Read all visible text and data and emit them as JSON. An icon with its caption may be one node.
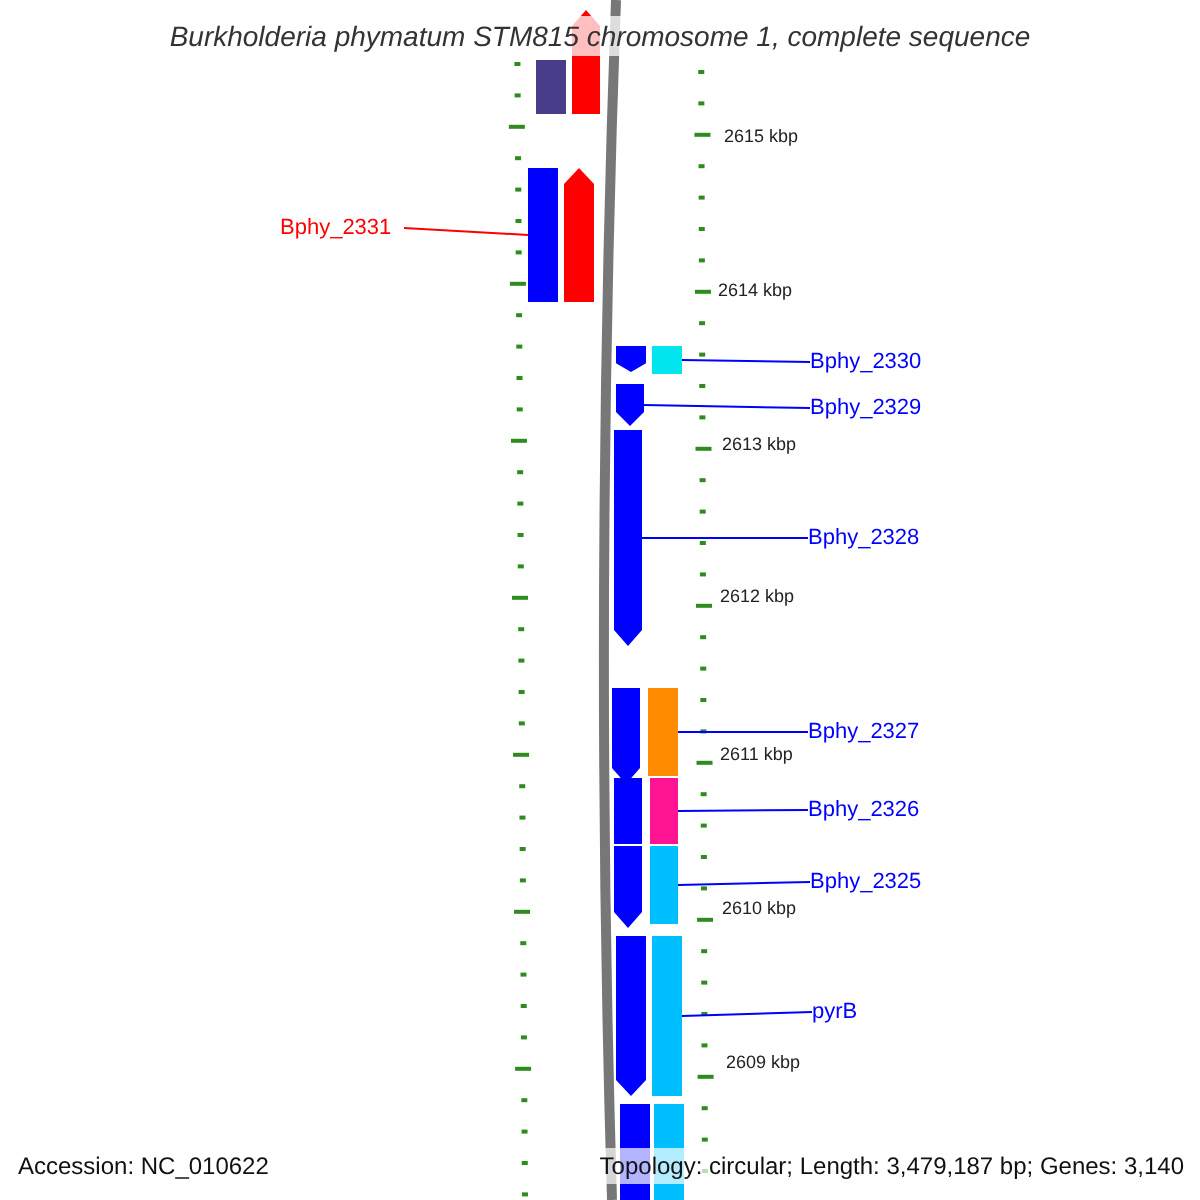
{
  "diagram": {
    "title": "Burkholderia phymatum STM815 chromosome 1, complete sequence",
    "nodes": [
      {
        "text": [
          "Bphy_2331"
        ]
      },
      {
        "text": [],
        "shape": "bar"
      },
      {
        "text": [
          "Bphy_2330"
        ]
      },
      {
        "text": [],
        "shape": "bar"
      },
      {
        "text": [
          "Bphy_2329"
        ]
      },
      {
        "text": [],
        "shape": "bar"
      },
      {
        "text": [
          "Bphy_2328"
        ]
      },
      {
        "text": [],
        "shape": "bar"
      },
      {
        "text": [
          "Bphy_2327"
        ]
      },
      {
        "text": [],
        "shape": "bar"
      },
      {
        "text": [
          "Bphy_2326"
        ]
      },
      {
        "text": [],
        "shape": "bar"
      },
      {
        "text": [
          "Bphy_2325"
        ]
      },
      {
        "text": [],
        "shape": "bar"
      },
      {
        "text": [
          "pyrB"
        ]
      },
      {
        "text": [],
        "shape": "bar"
      }
    ],
    "edges": [
      {
        "from": 0,
        "to": 1,
        "arrow": "none",
        "color": "#ff0000"
      },
      {
        "from": 2,
        "to": 3,
        "arrow": "none"
      },
      {
        "from": 4,
        "to": 5,
        "arrow": "none"
      },
      {
        "from": 6,
        "to": 7,
        "arrow": "none"
      },
      {
        "from": 8,
        "to": 9,
        "arrow": "none"
      },
      {
        "from": 10,
        "to": 11,
        "arrow": "none"
      },
      {
        "from": 12,
        "to": 13,
        "arrow": "none"
      },
      {
        "from": 14,
        "to": 15,
        "arrow": "none"
      }
    ],
    "labels": [
      "2615 kbp",
      "2614 kbp",
      "2613 kbp",
      "2612 kbp",
      "2611 kbp",
      "2610 kbp",
      "2609 kbp",
      "Accession: NC_010622",
      "Topology: circular; Length: 3,479,187 bp; Genes: 3,140"
    ]
  }
}
